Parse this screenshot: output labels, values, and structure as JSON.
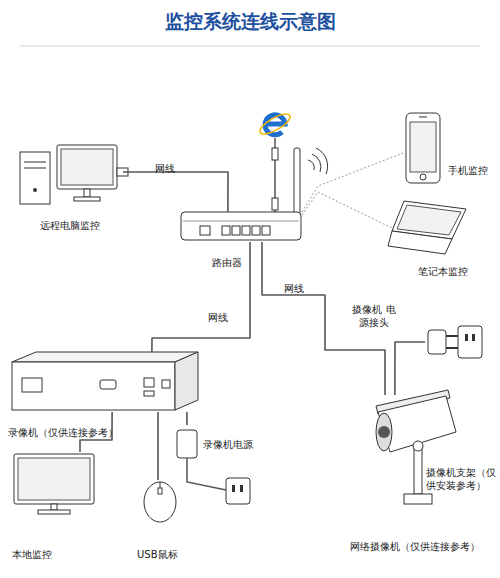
{
  "diagram": {
    "title": "监控系统连线示意图",
    "nodes": [
      {
        "text": [
          "远程电脑监控"
        ]
      },
      {
        "text": [
          "路由器"
        ]
      },
      {
        "text": [
          "手机监控"
        ]
      },
      {
        "text": [
          "笔记本监控"
        ]
      },
      {
        "text": [
          "录像机（仅供连接参考）"
        ]
      },
      {
        "text": [
          "摄像机 电源接头"
        ]
      },
      {
        "text": [
          "录像机电源"
        ]
      },
      {
        "text": [
          "网络摄像机（仅供连接参考）"
        ]
      },
      {
        "text": [
          "本地监控"
        ]
      },
      {
        "text": [
          "USB鼠标"
        ]
      }
    ],
    "edges": [
      {
        "from": 0,
        "to": 1,
        "label": "网线",
        "arrow": "none"
      },
      {
        "from": 1,
        "to": 4,
        "label": "网线",
        "arrow": "none"
      },
      {
        "from": 1,
        "to": 7,
        "label": "网线",
        "arrow": "none"
      },
      {
        "from": 1,
        "to": 2,
        "arrow": "none"
      },
      {
        "from": 1,
        "to": 3,
        "arrow": "none"
      },
      {
        "from": 4,
        "to": 8,
        "arrow": "none"
      },
      {
        "from": 4,
        "to": 9,
        "arrow": "none"
      },
      {
        "from": 4,
        "to": 6,
        "arrow": "none"
      },
      {
        "from": 5,
        "to": 7,
        "arrow": "none"
      }
    ],
    "labels": [
      "摄像机支架（仅供安装参考）"
    ]
  }
}
